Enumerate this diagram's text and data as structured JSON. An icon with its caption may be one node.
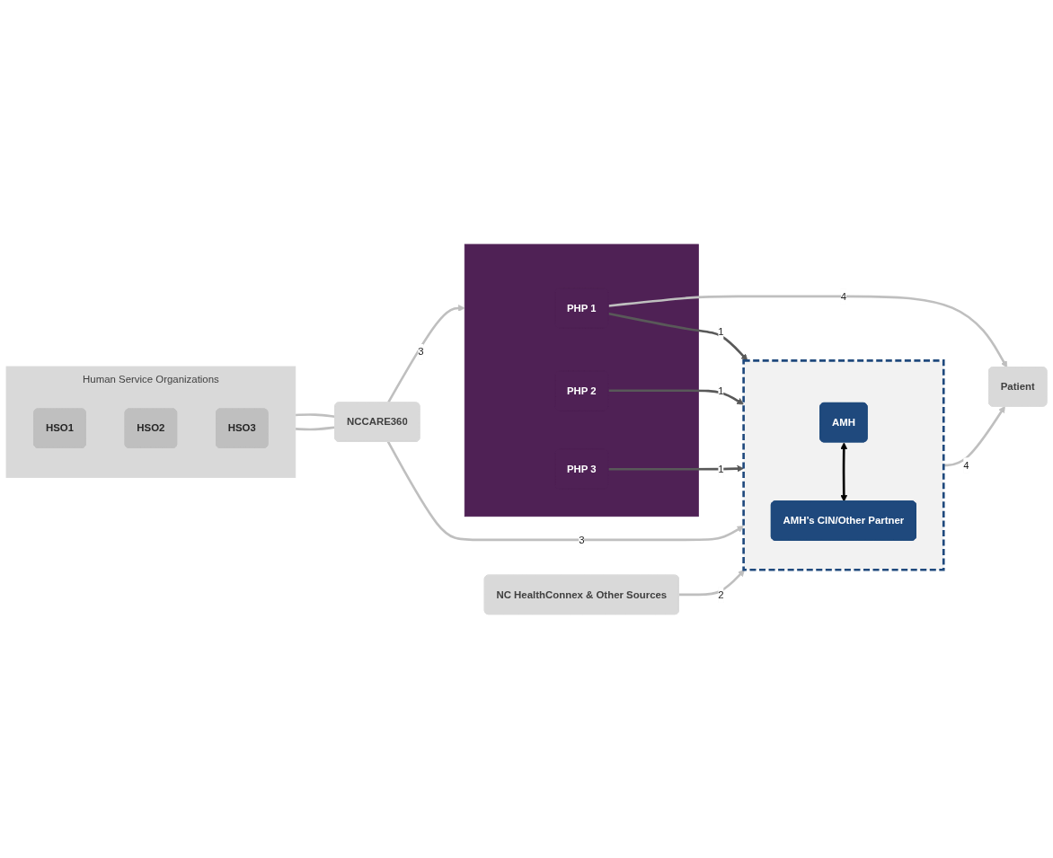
{
  "diagram": {
    "nodes": [
      {
        "text": [],
        "shape": "box"
      },
      {
        "text": [
          "PHP 1"
        ],
        "in": 0
      },
      {
        "text": [
          "PHP 2"
        ],
        "in": 0
      },
      {
        "text": [
          "PHP 3"
        ],
        "in": 0
      },
      {
        "text": [],
        "shape": "box"
      },
      {
        "text": [
          "AMH"
        ],
        "in": 4
      },
      {
        "text": [
          "AMH’s CIN/Other Partner"
        ],
        "in": 4
      },
      {
        "text": [
          "Patient"
        ]
      },
      {
        "text": [
          "NCCARE360"
        ]
      },
      {
        "text": [
          "NC HealthConnex & Other Sources"
        ]
      },
      {
        "text": [
          "Human Service Organizations"
        ]
      },
      {
        "text": [
          "HSO1"
        ],
        "in": 10
      },
      {
        "text": [
          "HSO2"
        ],
        "in": 10
      },
      {
        "text": [
          "HSO3"
        ],
        "in": 10
      }
    ],
    "edges": [
      {
        "from": 1,
        "to": 4,
        "arrow": "to",
        "label": "1",
        "color": "#595959"
      },
      {
        "from": 2,
        "to": 4,
        "arrow": "to",
        "label": "1",
        "color": "#595959"
      },
      {
        "from": 3,
        "to": 4,
        "arrow": "to",
        "label": "1",
        "color": "#595959"
      },
      {
        "from": 5,
        "to": 6,
        "arrow": "both",
        "color": "#000000"
      },
      {
        "from": 1,
        "to": 7,
        "arrow": "to",
        "label": "4"
      },
      {
        "from": 4,
        "to": 7,
        "arrow": "to",
        "label": "4"
      },
      {
        "from": 8,
        "to": 0,
        "arrow": "to",
        "label": "3"
      },
      {
        "from": 8,
        "to": 4,
        "arrow": "to",
        "label": "3"
      },
      {
        "from": 9,
        "to": 4,
        "arrow": "to",
        "label": "2"
      },
      {
        "from": 10,
        "to": 8,
        "arrow": "none"
      },
      {
        "from": 10,
        "to": 8,
        "arrow": "none"
      }
    ]
  }
}
